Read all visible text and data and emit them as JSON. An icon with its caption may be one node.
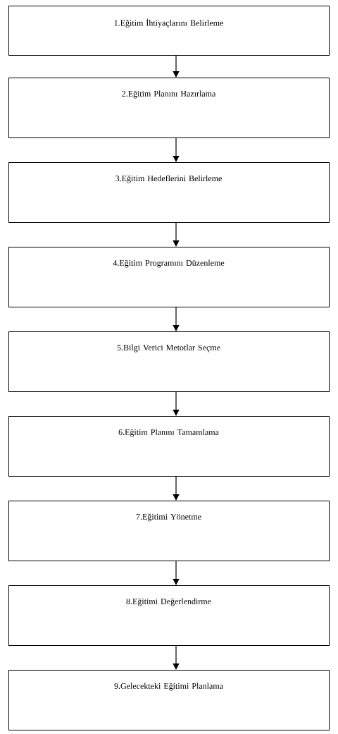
{
  "diagram": {
    "nodes": [
      {
        "text": [
          "1.Eğitim İhtiyaçlarını Belirleme"
        ]
      },
      {
        "text": [
          "2.Eğitim Planını Hazırlama"
        ]
      },
      {
        "text": [
          "3.Eğitim Hedeflerini Belirleme"
        ]
      },
      {
        "text": [
          "4.Eğitim Programını Düzenleme"
        ]
      },
      {
        "text": [
          "5.Bilgi Verici Metotlar Seçme"
        ]
      },
      {
        "text": [
          "6.Eğitim Planını Tamamlama"
        ]
      },
      {
        "text": [
          "7.Eğitimi Yönetme"
        ]
      },
      {
        "text": [
          "8.Eğitimi Değerlendirme"
        ]
      },
      {
        "text": [
          "9.Gelecekteki Eğitimi Planlama"
        ]
      }
    ],
    "edges": [
      {
        "from": 0,
        "to": 1,
        "arrow": "to"
      },
      {
        "from": 1,
        "to": 2,
        "arrow": "to"
      },
      {
        "from": 2,
        "to": 3,
        "arrow": "to"
      },
      {
        "from": 3,
        "to": 4,
        "arrow": "to"
      },
      {
        "from": 4,
        "to": 5,
        "arrow": "to"
      },
      {
        "from": 5,
        "to": 6,
        "arrow": "to"
      },
      {
        "from": 6,
        "to": 7,
        "arrow": "to"
      },
      {
        "from": 7,
        "to": 8,
        "arrow": "to"
      }
    ]
  }
}
